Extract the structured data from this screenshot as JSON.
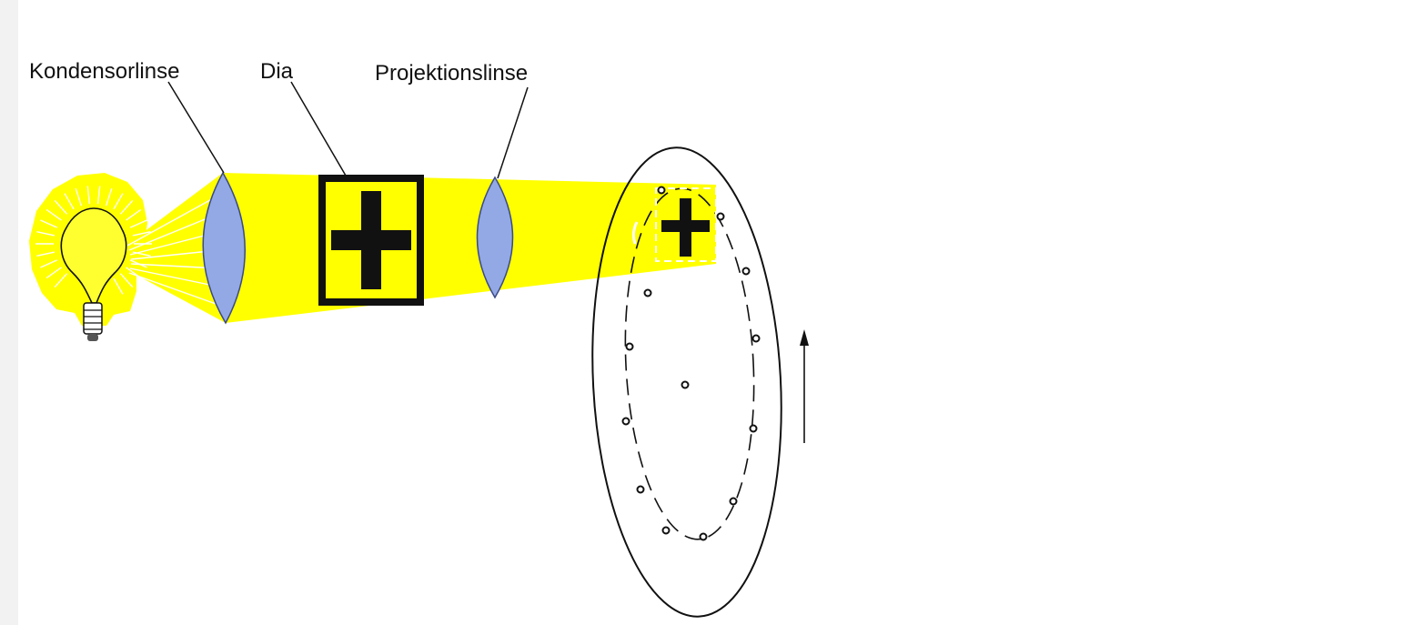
{
  "labels": {
    "condenser": "Kondensorlinse",
    "slide": "Dia",
    "projection": "Projektionslinse"
  },
  "colors": {
    "light": "#ffff00",
    "lens": "#92a9e6",
    "lens_stroke": "#3c4a86",
    "ink": "#111111",
    "paper": "#ffffff"
  },
  "icons": {
    "bulb": "light-bulb-icon",
    "rotation": "rotation-arrow-icon"
  }
}
